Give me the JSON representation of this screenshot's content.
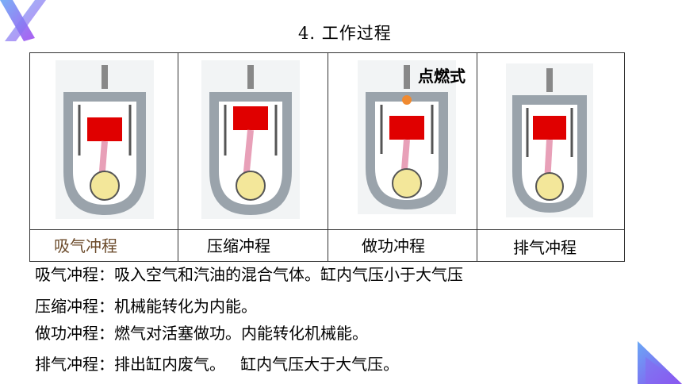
{
  "slide": {
    "title": "4. 工作过程",
    "ignition_label": "点燃式",
    "strokes": [
      {
        "label": "吸气冲程",
        "color": "#6b4a2a"
      },
      {
        "label": "压缩冲程",
        "color": "#000000"
      },
      {
        "label": "做功冲程",
        "color": "#000000"
      },
      {
        "label": "排气冲程",
        "color": "#000000"
      }
    ],
    "descriptions": [
      "吸气冲程：吸入空气和汽油的混合气体。缸内气压小于大气压",
      "压缩冲程：机械能转化为内能。",
      "做功冲程：燃气对活塞做功。内能转化机械能。",
      "排气冲程：排出缸内废气。   缸内气压大于大气压。"
    ]
  },
  "colors": {
    "accent_purple": "#8a63f0",
    "accent_blue": "#6aa8f5",
    "piston_red": "#e00000",
    "conrod_pink": "#e8a0b8",
    "crank_yellow": "#f3e79a",
    "cylinder_gray": "#9aa3ab"
  }
}
